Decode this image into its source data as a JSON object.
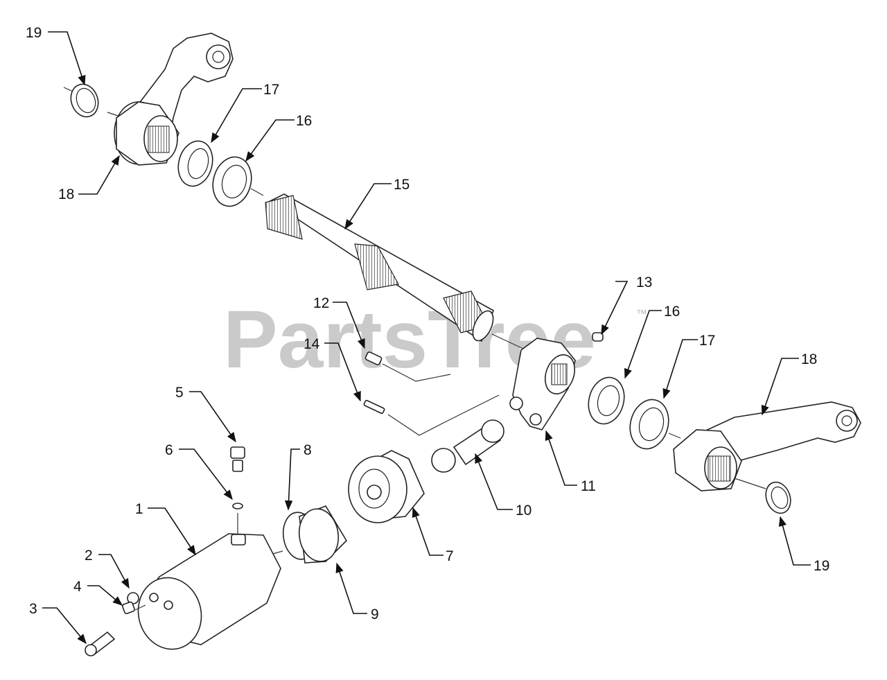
{
  "watermark": {
    "text": "PartsTree",
    "trademark": "™",
    "color": "#b9b9b9"
  },
  "callouts": {
    "c1": "1",
    "c2": "2",
    "c3": "3",
    "c4": "4",
    "c5": "5",
    "c6": "6",
    "c7": "7",
    "c8": "8",
    "c9": "9",
    "c10": "10",
    "c11": "11",
    "c12": "12",
    "c13": "13",
    "c14": "14",
    "c15": "15",
    "c16a": "16",
    "c16b": "16",
    "c17a": "17",
    "c17b": "17",
    "c18a": "18",
    "c18b": "18",
    "c19a": "19",
    "c19b": "19"
  }
}
